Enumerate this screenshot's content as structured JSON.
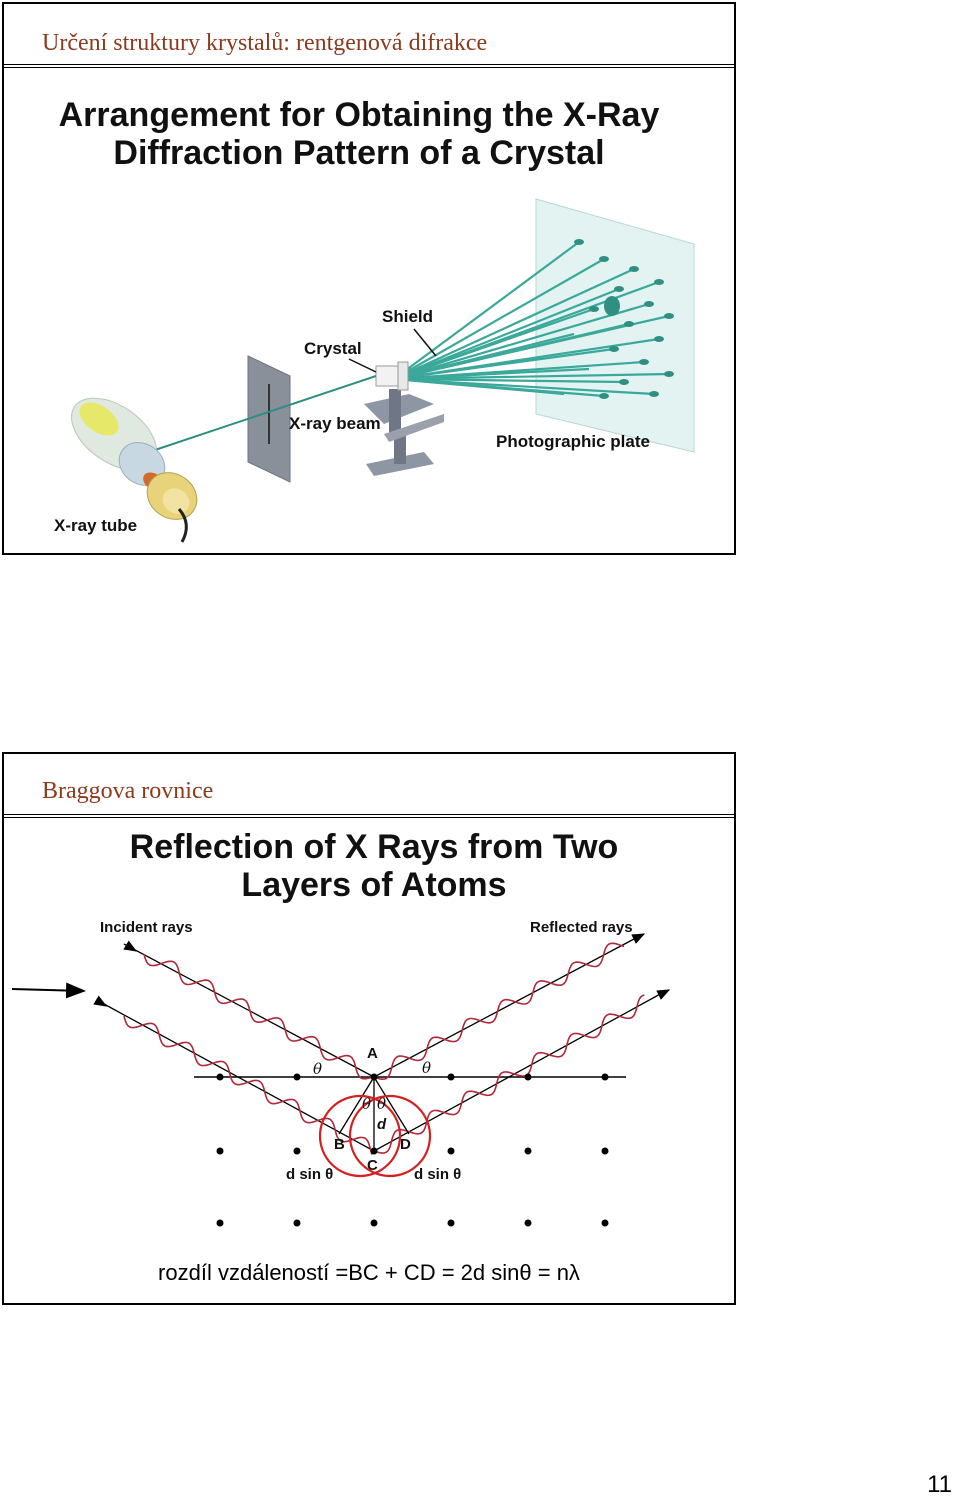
{
  "slide1": {
    "title": "Určení struktury krystalů: rentgenová difrakce",
    "figure_title_line1": "Arrangement for Obtaining the X-Ray",
    "figure_title_line2": "Diffraction Pattern of a Crystal",
    "labels": {
      "shield": "Shield",
      "crystal": "Crystal",
      "xray_beam": "X-ray beam",
      "photographic_plate": "Photographic plate",
      "xray_tube": "X-ray tube"
    }
  },
  "slide2": {
    "title": "Braggova rovnice",
    "figure_title_line1": "Reflection of X Rays from Two",
    "figure_title_line2": "Layers of Atoms",
    "labels": {
      "incident_rays": "Incident rays",
      "reflected_rays": "Reflected rays",
      "point_a": "A",
      "point_b": "B",
      "point_c": "C",
      "point_d": "D",
      "d": "d",
      "theta": "θ",
      "d_sin_theta": "d sin θ"
    },
    "equation": "rozdíl vzdáleností =BC + CD = 2d sinθ  = nλ"
  },
  "page_number": "11"
}
